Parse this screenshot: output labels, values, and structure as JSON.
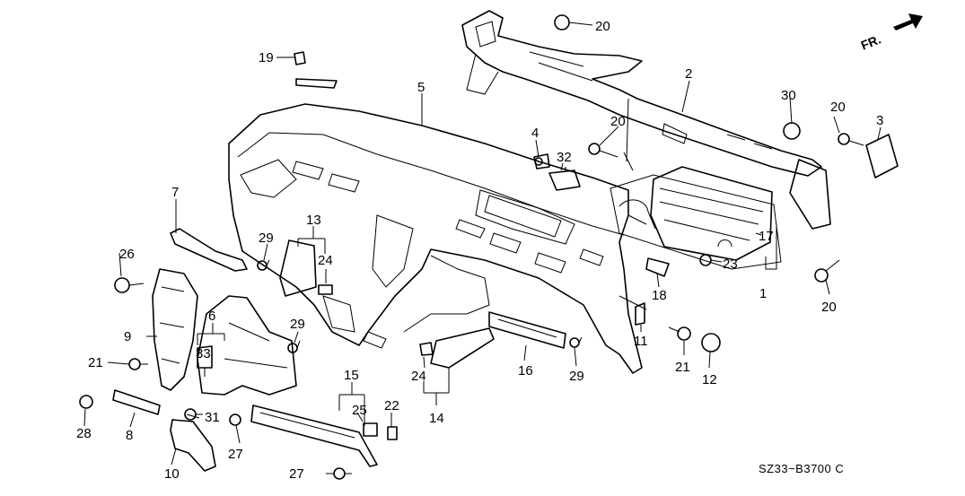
{
  "diagram": {
    "drawing_code": "SZ33−B3700 C",
    "direction_label": "FR.",
    "callouts": {
      "c1": "1",
      "c2": "2",
      "c3": "3",
      "c4": "4",
      "c5": "5",
      "c6": "6",
      "c7": "7",
      "c8": "8",
      "c9": "9",
      "c10": "10",
      "c11": "11",
      "c12": "12",
      "c13": "13",
      "c14": "14",
      "c15": "15",
      "c16": "16",
      "c17": "17",
      "c18": "18",
      "c19": "19",
      "c20a": "20",
      "c20b": "20",
      "c20c": "20",
      "c20d": "20",
      "c21a": "21",
      "c21b": "21",
      "c22": "22",
      "c23": "23",
      "c24a": "24",
      "c24b": "24",
      "c25": "25",
      "c26": "26",
      "c27a": "27",
      "c27b": "27",
      "c28": "28",
      "c29a": "29",
      "c29b": "29",
      "c29c": "29",
      "c30": "30",
      "c31": "31",
      "c32": "32",
      "c33": "33"
    }
  }
}
